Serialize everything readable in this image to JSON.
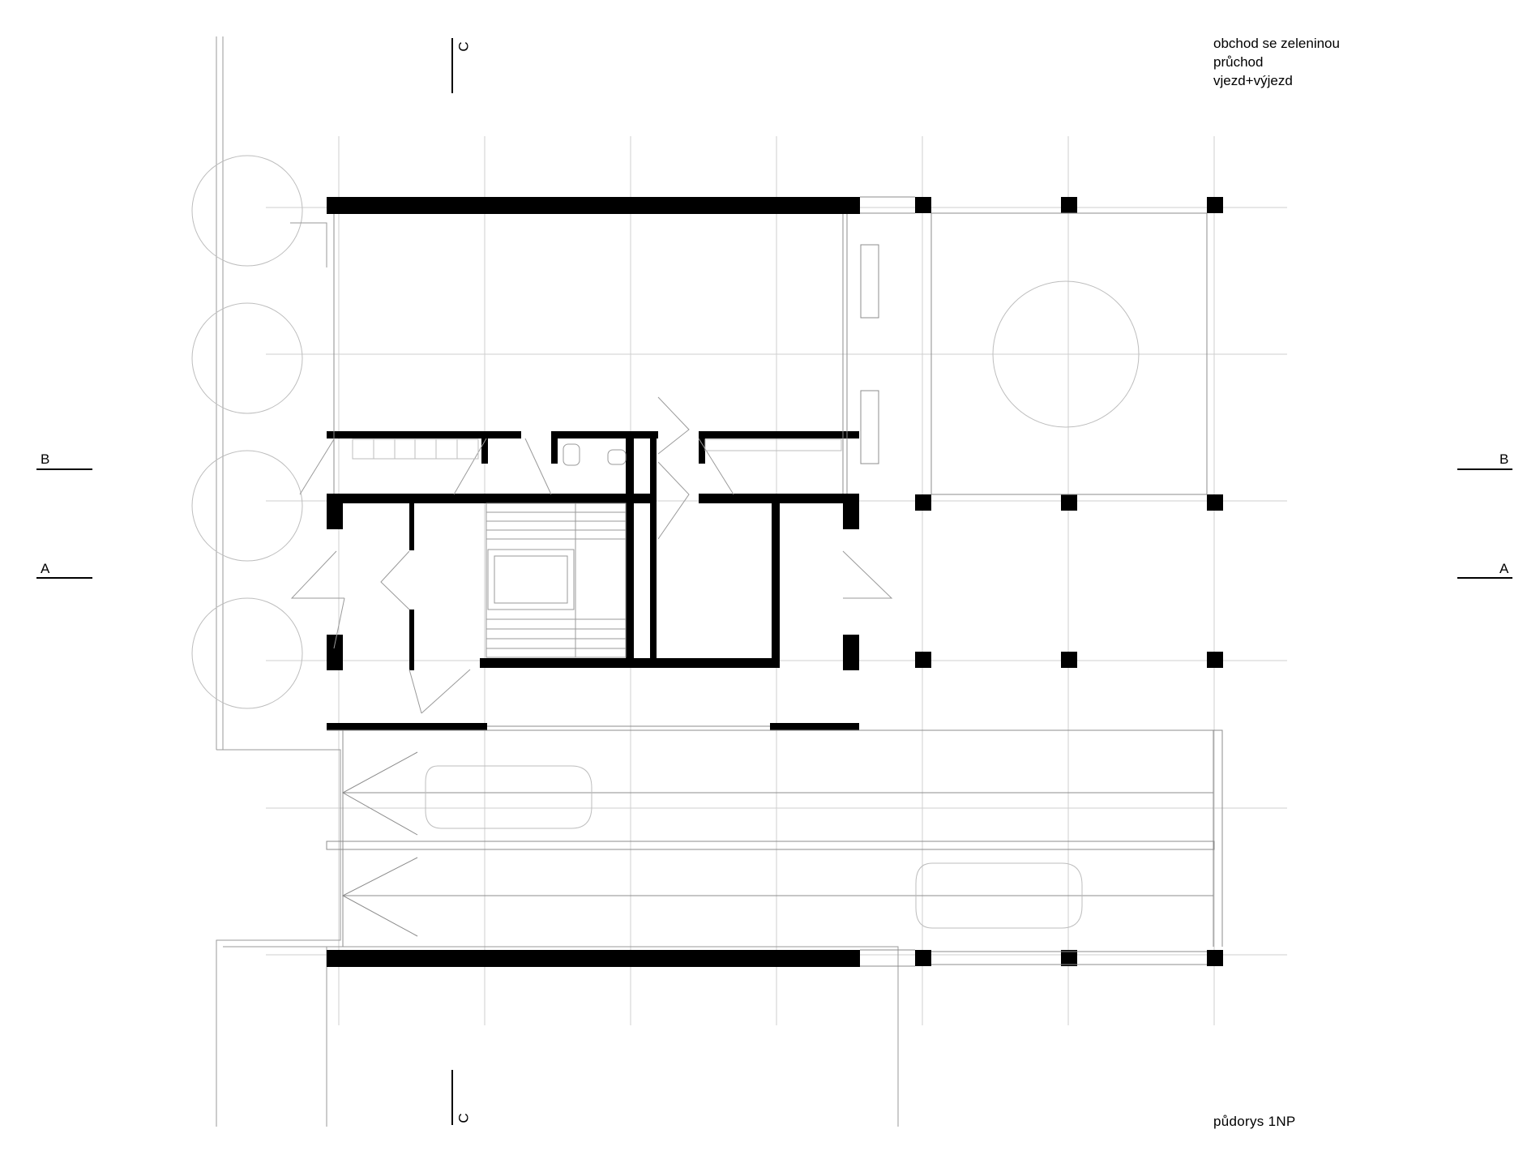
{
  "legend": {
    "items": [
      "obchod se zeleninou",
      "průchod",
      "vjezd+výjezd"
    ]
  },
  "section_marks": {
    "a": "A",
    "b": "B",
    "c": "C"
  },
  "plan_title": "půdorys  1NP",
  "colors": {
    "wall": "#000000",
    "grid_line": "#c8c8c8",
    "thin_line": "#9a9a9a",
    "background": "#ffffff"
  }
}
